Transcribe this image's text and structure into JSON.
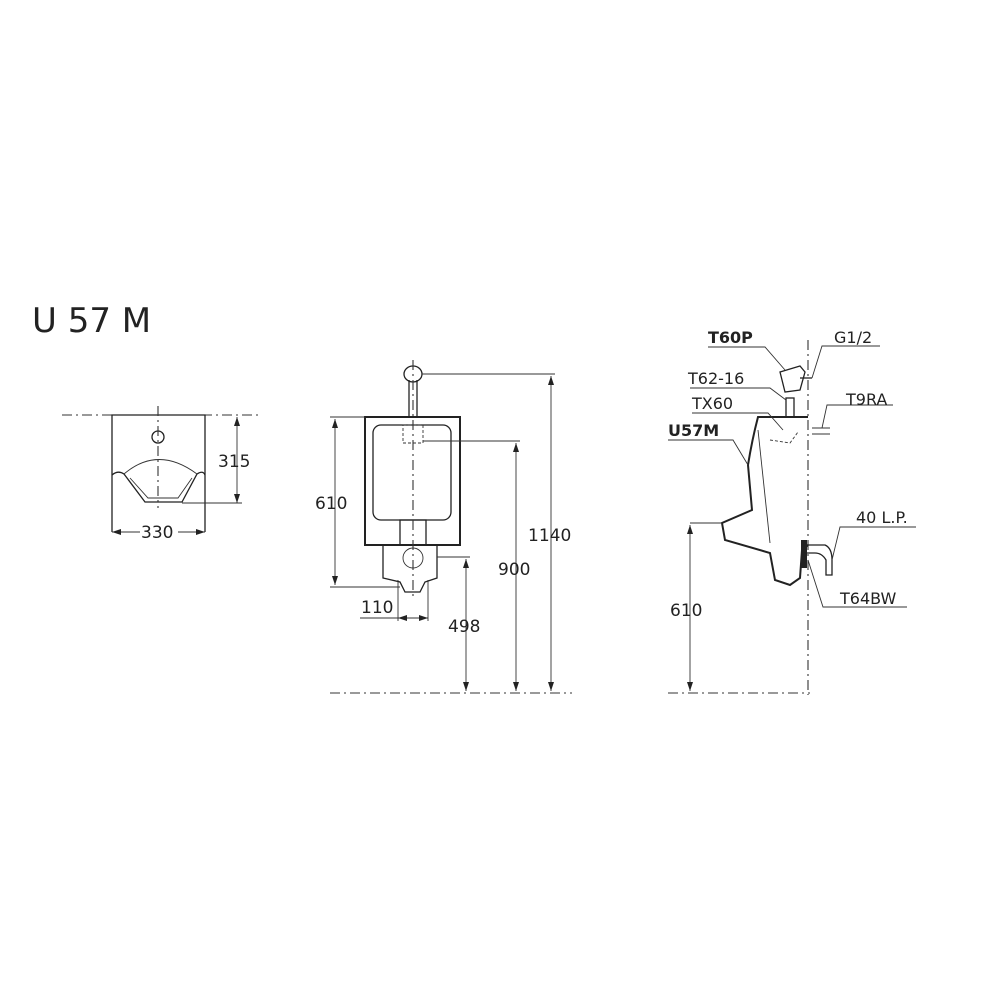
{
  "title": "U 57 M",
  "top_view": {
    "width_dim": "330",
    "depth_dim": "315"
  },
  "front_view": {
    "height_dim": "610",
    "offset_dim": "110",
    "outlet_dim": "498",
    "spud_dim": "900",
    "valve_dim": "1140"
  },
  "side_view": {
    "labels": {
      "flush_valve": "T60P",
      "supply": "G1/2",
      "pipe": "T62-16",
      "spud": "TX60",
      "stop": "T9RA",
      "model": "U57M",
      "trap": "40 L.P.",
      "outlet": "T64BW"
    },
    "rim_dim": "610"
  }
}
